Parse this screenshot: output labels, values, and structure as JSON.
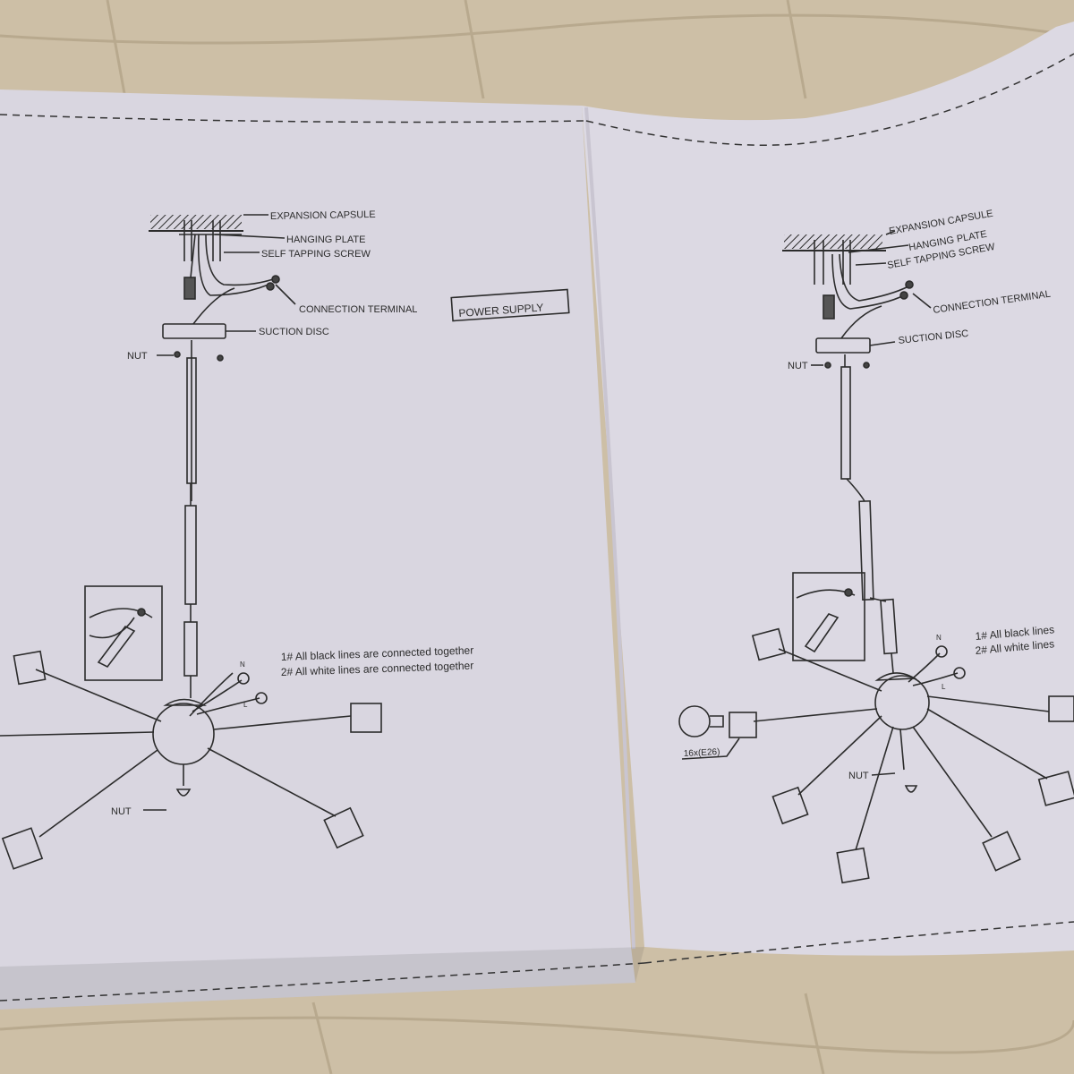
{
  "colors": {
    "floor": "#cdbfa6",
    "floor_seam": "#b8a98e",
    "paper_left": "#d9d6e0",
    "paper_right": "#dcd9e3",
    "ink": "#2c2c2c"
  },
  "left_panel": {
    "labels": {
      "expansion_capsule": "EXPANSION CAPSULE",
      "hanging_plate": "HANGING PLATE",
      "self_tapping_screw": "SELF TAPPING SCREW",
      "connection_terminal": "CONNECTION TERMINAL",
      "power_supply": "POWER SUPPLY",
      "suction_disc": "SUCTION DISC",
      "nut_top": "NUT",
      "nut_bottom": "NUT",
      "wire_n": "N",
      "wire_l": "L"
    },
    "notes": [
      "1# All black lines are connected together",
      "2# All white lines are connected together"
    ]
  },
  "right_panel": {
    "labels": {
      "expansion_capsule": "EXPANSION CAPSULE",
      "hanging_plate": "HANGING PLATE",
      "self_tapping_screw": "SELF TAPPING SCREW",
      "connection_terminal": "CONNECTION TERMINAL",
      "suction_disc": "SUCTION DISC",
      "nut_top": "NUT",
      "nut_bottom": "NUT",
      "bulb_spec": "16x(E26)",
      "wire_n": "N",
      "wire_l": "L"
    },
    "notes": [
      "1# All black lines",
      "2# All white lines"
    ]
  }
}
